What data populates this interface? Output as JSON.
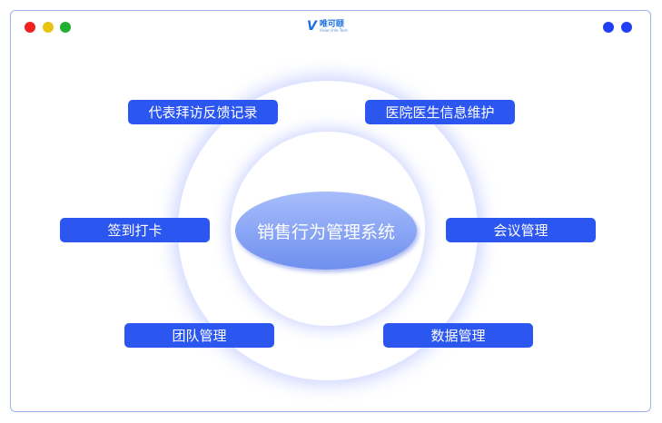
{
  "window": {
    "controls_left": [
      "#f22020",
      "#e8c410",
      "#22b030"
    ],
    "controls_right": [
      "#1f3ff0",
      "#1f3ff0"
    ]
  },
  "logo": {
    "mark": "V",
    "name": "唯可颐",
    "tagline": "Vision Info Tech"
  },
  "center": {
    "title": "销售行为管理系统"
  },
  "modules": [
    "代表拜访反馈记录",
    "医院医生信息维护",
    "签到打卡",
    "会议管理",
    "团队管理",
    "数据管理"
  ],
  "colors": {
    "accent": "#2b56ef"
  }
}
